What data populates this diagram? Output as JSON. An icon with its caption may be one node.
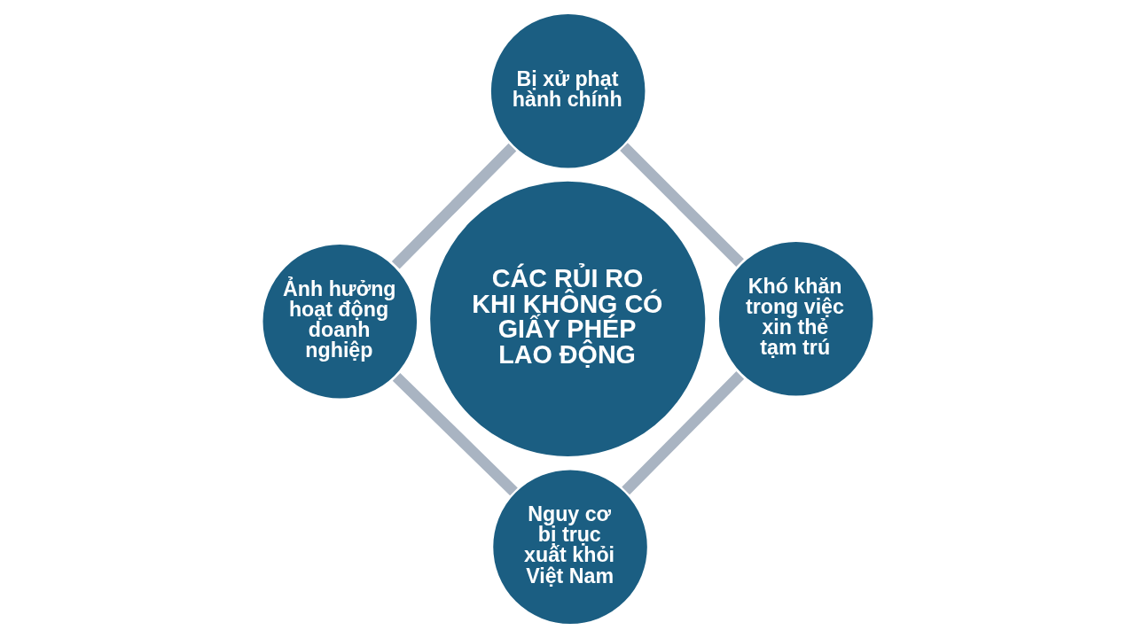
{
  "diagram": {
    "nodes": [
      {
        "text": [
          "Bị xử phạt hành chính"
        ]
      },
      {
        "text": [
          "Ảnh hưởng hoạt động doanh nghiệp"
        ]
      },
      {
        "text": [
          "CÁC RỦI RO KHI KHÔNG CÓ GIẤY PHÉP LAO ĐỘNG"
        ]
      },
      {
        "text": [
          "Khó khăn trong việc xin thẻ tạm trú"
        ]
      },
      {
        "text": [
          "Nguy cơ bị trục xuất khỏi Việt Nam"
        ]
      }
    ],
    "edges": [
      {
        "from": 0,
        "to": 3,
        "arrow": "none"
      },
      {
        "from": 3,
        "to": 4,
        "arrow": "none"
      },
      {
        "from": 4,
        "to": 1,
        "arrow": "none"
      },
      {
        "from": 1,
        "to": 0,
        "arrow": "none"
      }
    ]
  }
}
